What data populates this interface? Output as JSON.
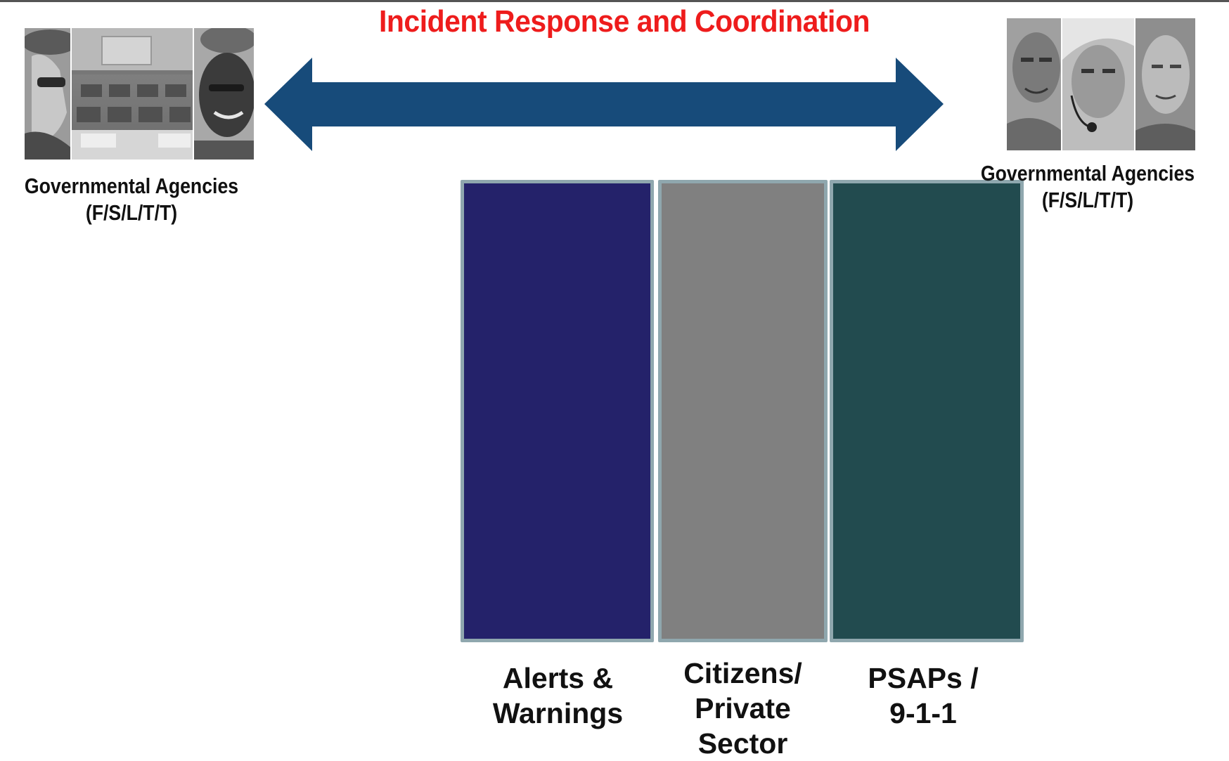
{
  "title": "Incident Response and Coordination",
  "arrow": {
    "color": "#174b7a",
    "direction": "bidirectional"
  },
  "left_party": {
    "photo": "collage: firefighter in helmet, emergency operations center, smiling responder",
    "label_line1": "Governmental Agencies",
    "label_line2": "(F/S/L/T/T)"
  },
  "right_party": {
    "photo": "collage: dispatchers with headsets",
    "label_line1": "Governmental Agencies",
    "label_line2": "(F/S/L/T/T)"
  },
  "columns": [
    {
      "lines": [
        "Alerts &",
        "Warnings"
      ],
      "color": "#24226a"
    },
    {
      "lines": [
        "Citizens/",
        "Private",
        "Sector"
      ],
      "color": "#808080"
    },
    {
      "lines": [
        "PSAPs /",
        "9-1-1"
      ],
      "color": "#224b4f"
    }
  ],
  "colors": {
    "title": "#ee1c1c",
    "column_border": "#8fa7ae"
  }
}
